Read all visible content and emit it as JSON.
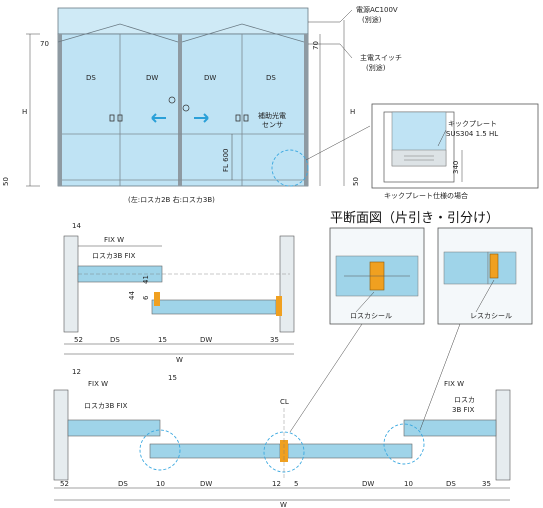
{
  "elevation": {
    "left_label": "DS",
    "center_left_label": "DW",
    "center_right_label": "DW",
    "right_label": "DS",
    "height_label": "H",
    "sensor_label": [
      "補助光電",
      "センサ"
    ],
    "fl_label": "FL 600",
    "power_label": [
      "電源AC100V",
      "(別途)"
    ],
    "switch_label": [
      "主電スイッチ",
      "(別途)"
    ],
    "caption": "(左:ロスカ2B  右:ロスカ3B)",
    "detail_title": "キックプレート仕様の場合",
    "kick_plate_label": [
      "キックプレート",
      "SUS304 1.5 HL"
    ],
    "kick_height": "340",
    "dim_top": "70",
    "dim_bottom": "50"
  },
  "plan_title": "平断面図（片引き・引分け）",
  "plan_single": {
    "fix_w": "FIX W",
    "dim_14": "14",
    "fix_label": "ロスカ3B FIX",
    "dim_41": "41",
    "dim_44": "44",
    "dim_6": "6",
    "dim_52": "52",
    "ds": "DS",
    "dim_15": "15",
    "dw": "DW",
    "dim_35": "35",
    "w": "W",
    "seal_label": "ロスカシール"
  },
  "plan_double": {
    "fix_w_left": "FIX W",
    "fix_w_right": "FIX W",
    "dim_12": "12",
    "dim_15": "15",
    "fix_label_left": "ロスカ3B FIX",
    "fix_label_right": [
      "ロスカ",
      "3B FIX"
    ],
    "cl": "CL",
    "dim_52": "52",
    "ds_left": "DS",
    "dim_10": "10",
    "dw_left": "DW",
    "dim_12b": "12",
    "dim_5": "5",
    "dw_right": "DW",
    "dim_10b": "10",
    "ds_right": "DS",
    "dim_35": "35",
    "w": "W",
    "seal_label": "レスカシール"
  },
  "colors": {
    "glass": "#bfe3f4",
    "frame": "#9aa6ae",
    "panel": "#9fd4e9",
    "accent": "#f0a020",
    "arrow": "#2aa0d8",
    "detail_circle": "#3aa8e0"
  }
}
